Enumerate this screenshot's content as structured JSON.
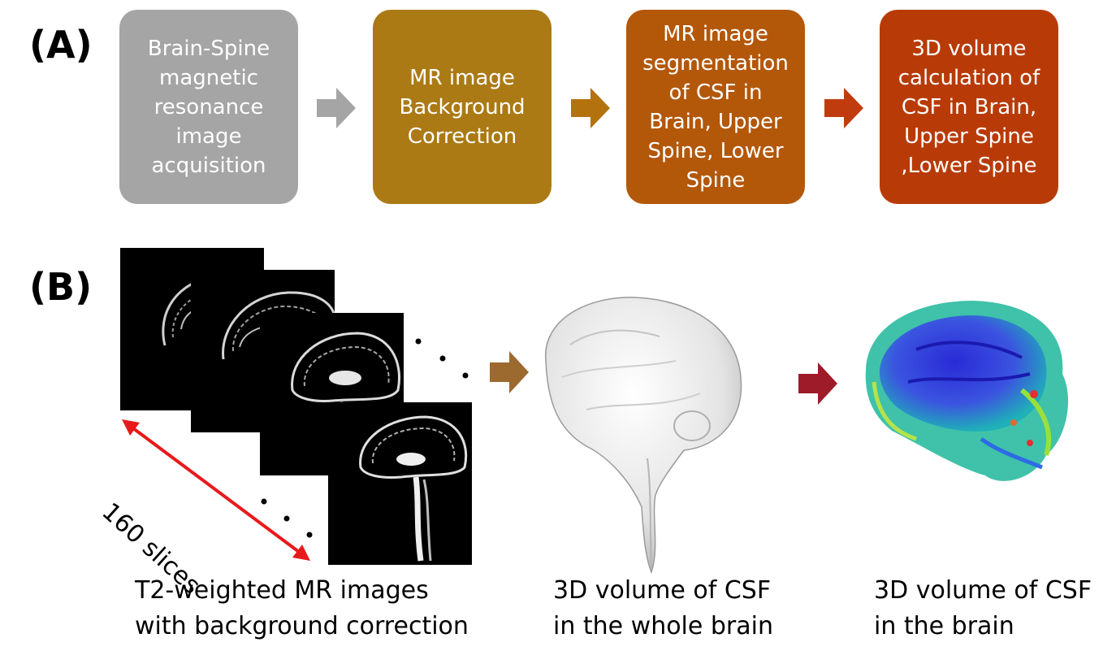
{
  "panel_a": {
    "label": "(A)",
    "steps": [
      {
        "text": "Brain-Spine\nmagnetic\nresonance\nimage\nacquisition",
        "color": "#a5a5a5"
      },
      {
        "text": "MR image\nBackground\nCorrection",
        "color": "#ab7a14"
      },
      {
        "text": "MR image\nsegmentation\nof CSF in\nBrain, Upper\nSpine, Lower\nSpine",
        "color": "#b35709"
      },
      {
        "text": "3D volume\ncalculation of\nCSF in Brain,\nUpper Spine\n,Lower Spine",
        "color": "#b83b07"
      }
    ],
    "arrow_colors": [
      "#a5a5a5",
      "#b3720e",
      "#c03c0f"
    ]
  },
  "panel_b": {
    "label": "(B)",
    "slices_label": "160 slices",
    "captions": [
      "T2-weighted MR images\nwith background correction",
      "3D volume of CSF\nin the whole brain",
      "3D volume of CSF\nin the brain"
    ],
    "arrow_colors": [
      "#9c6a2f",
      "#9e1b2a"
    ],
    "slice_arrow_color": "#e8191c"
  }
}
